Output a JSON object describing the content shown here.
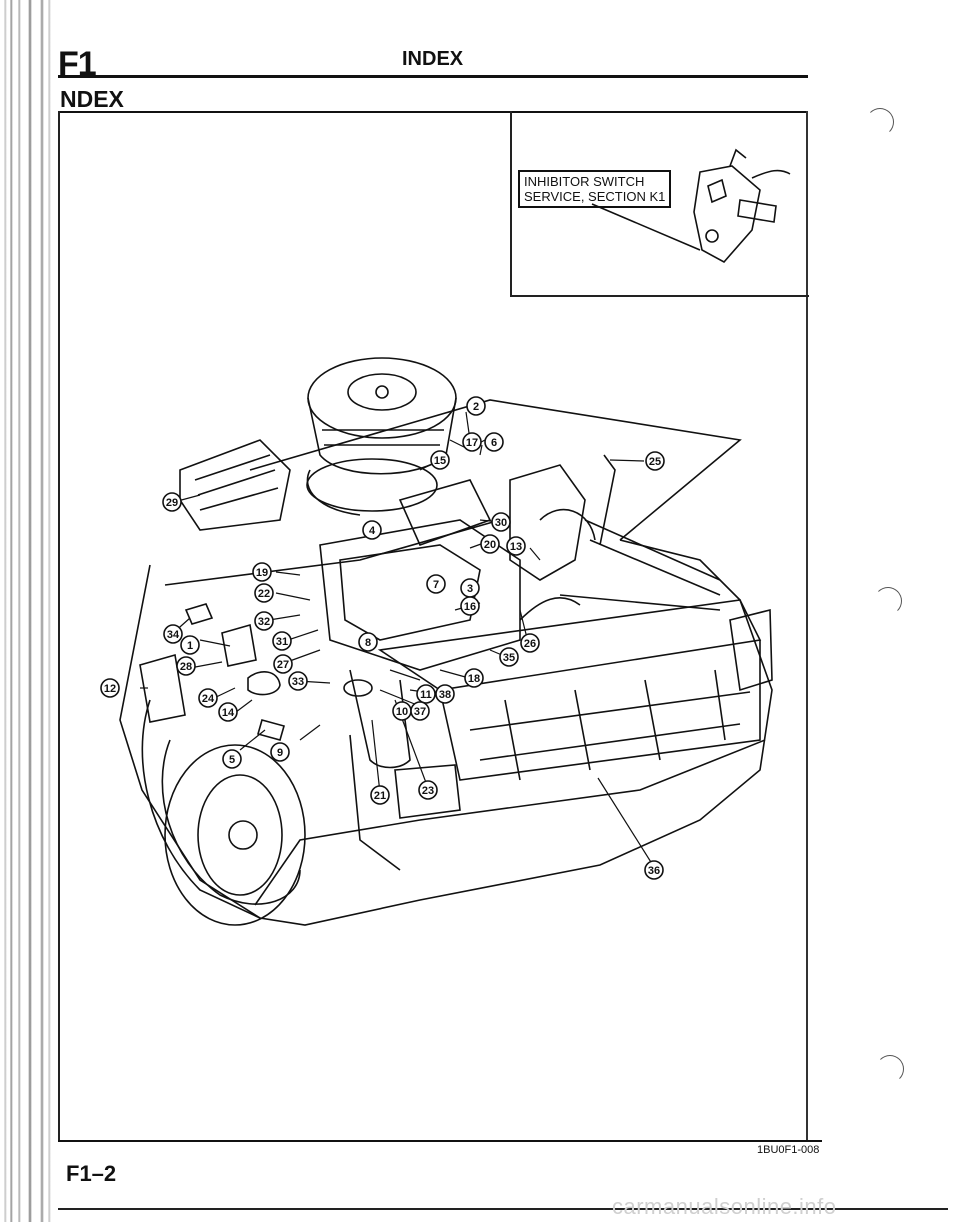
{
  "header": {
    "chapter": "F1",
    "title": "INDEX"
  },
  "section": {
    "title": "NDEX"
  },
  "inset": {
    "label_line1": "INHIBITOR SWITCH",
    "label_line2": "SERVICE, SECTION K1"
  },
  "callouts": [
    "1",
    "2",
    "3",
    "4",
    "5",
    "6",
    "7",
    "8",
    "9",
    "10",
    "11",
    "12",
    "13",
    "14",
    "15",
    "16",
    "17",
    "18",
    "19",
    "20",
    "21",
    "22",
    "23",
    "24",
    "25",
    "26",
    "27",
    "28",
    "29",
    "30",
    "31",
    "32",
    "33",
    "34",
    "35",
    "36",
    "37",
    "38"
  ],
  "figure_code": "1BU0F1-008",
  "footer": {
    "page_number": "F1–2",
    "watermark": "carmanualsonline.info"
  }
}
